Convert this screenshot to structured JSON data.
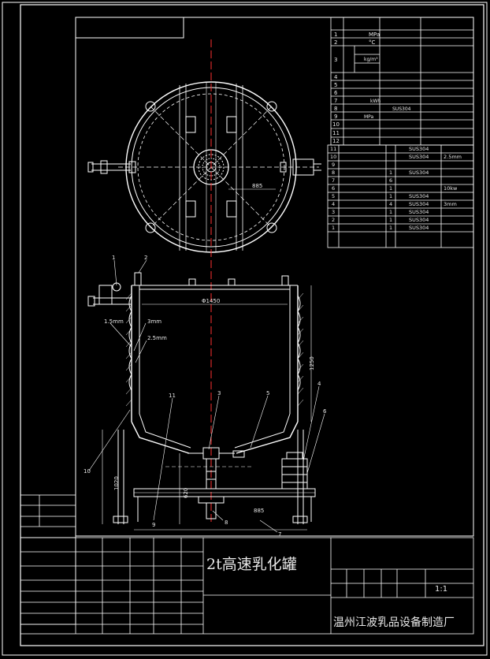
{
  "drawing": {
    "title": "2t高速乳化罐",
    "company": "温州江波乳品设备制造厂",
    "scale": "1:1"
  },
  "spec_table": {
    "rows": [
      {
        "no": "1",
        "value": "MPa"
      },
      {
        "no": "2",
        "value": "°C"
      },
      {
        "no": "3",
        "value": "kg/m³"
      },
      {
        "no": "4",
        "value": ""
      },
      {
        "no": "5",
        "value": ""
      },
      {
        "no": "6",
        "value": ""
      },
      {
        "no": "7",
        "value": "kWh"
      },
      {
        "no": "8",
        "value": "SUS304"
      },
      {
        "no": "9",
        "value": "MPa"
      },
      {
        "no": "10",
        "value": ""
      },
      {
        "no": "11",
        "value": ""
      },
      {
        "no": "12",
        "value": ""
      }
    ]
  },
  "parts_table": {
    "rows": [
      {
        "no": "11",
        "qty": "",
        "material": "SUS304",
        "note": ""
      },
      {
        "no": "10",
        "qty": "",
        "material": "SUS304",
        "note": "2.5mm"
      },
      {
        "no": "9",
        "qty": "",
        "material": "",
        "note": ""
      },
      {
        "no": "8",
        "qty": "1",
        "material": "SUS304",
        "note": ""
      },
      {
        "no": "7",
        "qty": "6",
        "material": "",
        "note": ""
      },
      {
        "no": "6",
        "qty": "1",
        "material": "",
        "note": "10kw"
      },
      {
        "no": "5",
        "qty": "1",
        "material": "SUS304",
        "note": ""
      },
      {
        "no": "4",
        "qty": "4",
        "material": "SUS304",
        "note": "3mm"
      },
      {
        "no": "3",
        "qty": "1",
        "material": "SUS304",
        "note": ""
      },
      {
        "no": "2",
        "qty": "1",
        "material": "SUS304",
        "note": ""
      },
      {
        "no": "1",
        "qty": "1",
        "material": "SUS304",
        "note": ""
      }
    ]
  },
  "dimensions": {
    "bolt_circle": "885",
    "inner_diameter": "Φ1450",
    "height": "1250",
    "leg_height": "1020",
    "bottom_height": "620",
    "base_span": "885",
    "wall_1": "1.5mm",
    "wall_2": "3mm",
    "wall_3": "2.5mm"
  },
  "callouts": [
    "1",
    "2",
    "3",
    "4",
    "5",
    "6",
    "7",
    "8",
    "9",
    "10",
    "11"
  ],
  "colors": {
    "background": "#000000",
    "line": "#ffffff",
    "centerline": "#ff3030",
    "hidden": "#e0e0e0"
  }
}
